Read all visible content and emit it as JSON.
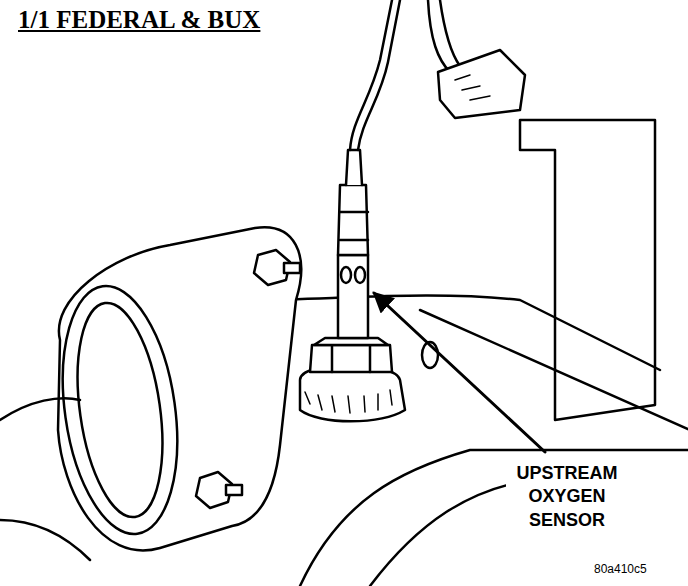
{
  "diagram": {
    "title": "1/1 FEDERAL & BUX",
    "labels": [
      "UPSTREAM OXYGEN SENSOR",
      "80a410c5"
    ]
  }
}
